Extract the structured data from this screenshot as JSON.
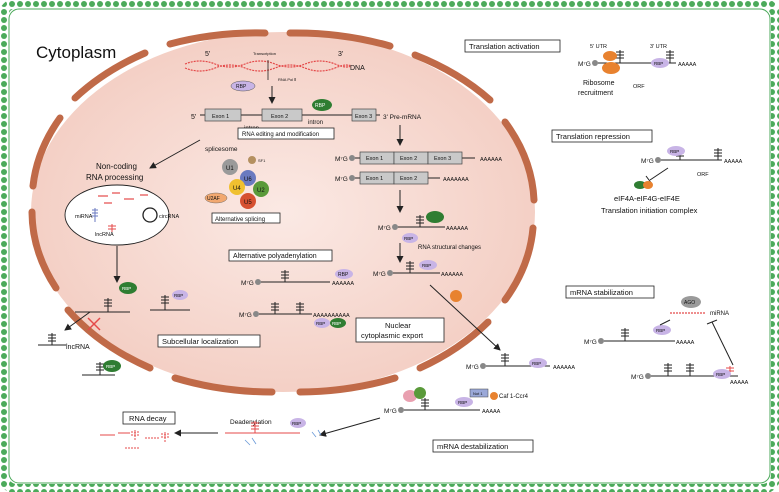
{
  "labels": {
    "cytoplasm": "Cytoplasm",
    "five_prime": "5'",
    "three_prime": "3'",
    "dna": "DNA",
    "transcription": "Transcription",
    "rna_pol": "RNA Pol Ⅱ",
    "rbp": "RBP",
    "exon1": "Exon 1",
    "exon2": "Exon 2",
    "exon3": "Exon 3",
    "intron": "intron",
    "pre_mrna": "3' Pre-mRNA",
    "rna_editing": "RNA editing and modification",
    "noncoding_line1": "Non-coding",
    "noncoding_line2": "RNA processing",
    "splicesome": "splicesome",
    "sf1": "SF1",
    "u1": "U1",
    "u2": "U2",
    "u4": "U4",
    "u5": "U5",
    "u6": "U6",
    "u2af": "U2AF",
    "alt_splicing": "Alternative splicing",
    "mirna": "miRNA",
    "lncrna": "lncRNA",
    "circrna": "circRNA",
    "m7g": "M⁷G",
    "aaaaaa": "AAAAAA",
    "aaaaa": "AAAAA",
    "aaaaaaa": "AAAAAAA",
    "aaaaaaaaaa": "AAAAAAAAAA",
    "alt_polyadenylation": "Alternative polyadenylation",
    "rna_structural": "RNA structural changes",
    "nuclear_export_line1": "Nuclear",
    "nuclear_export_line2": "cytoplasmic export",
    "subcellular": "Subcellular localization",
    "translation_activation": "Translation activation",
    "five_utr": "5' UTR",
    "three_utr": "3' UTR",
    "orf": "ORF",
    "ribosome_line1": "Ribosome",
    "ribosome_line2": "recruitment",
    "translation_repression": "Translation repression",
    "eif_complex": "eIF4A-eIF4G-eIF4E",
    "initiation_complex": "Translation initiation complex",
    "mrna_stabilization": "mRNA stabilization",
    "ago": "AGO",
    "rna_decay": "RNA decay",
    "deadenylation": "Deadenylation",
    "caf1": "Caf 1-Ccr4",
    "not1": "Not 1",
    "mrna_destabilization": "mRNA destabilization"
  },
  "colors": {
    "membrane_green": "#4caa5b",
    "nucleus_fill": "#f7ddd6",
    "nuclear_envelope": "#c06a48",
    "rbp_purple": "#c8b4e6",
    "rbp_green": "#2f7d32",
    "ribosome_orange": "#e8822f",
    "u1_gray": "#9a9a9a",
    "u2_green": "#5a9a3a",
    "u4_yellow": "#f0c030",
    "u5_red": "#d65030",
    "u6_blue": "#6a7ac0",
    "u2af_orange": "#f2a870",
    "dna_red": "#e44a4a"
  }
}
